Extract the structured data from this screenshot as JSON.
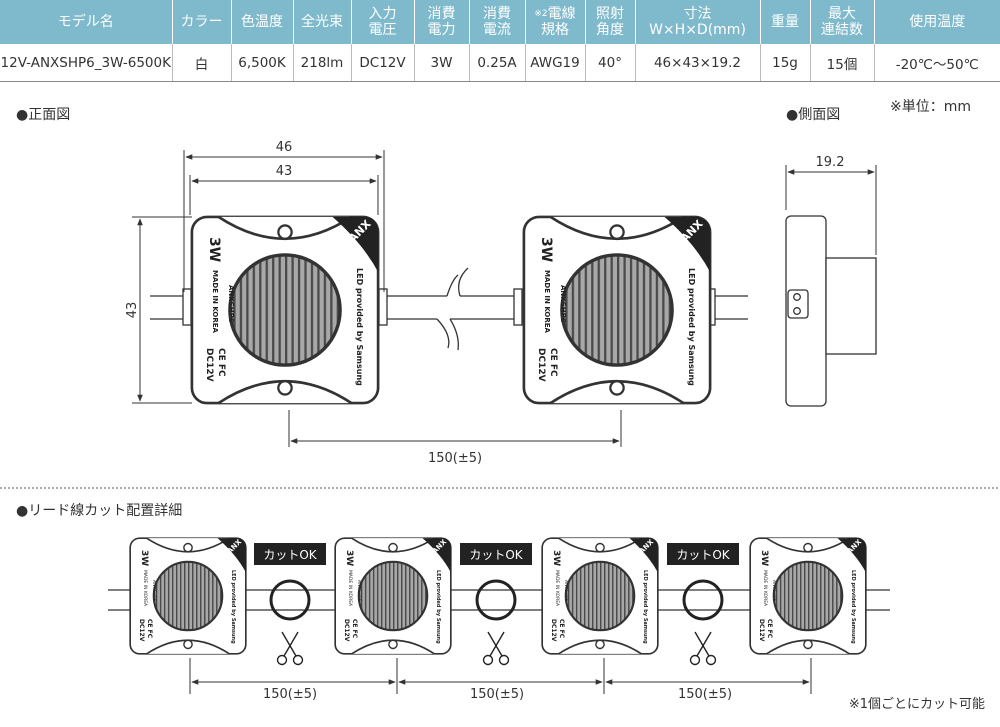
{
  "spec_table": {
    "headers": [
      {
        "line1": "モデル名",
        "line2": ""
      },
      {
        "line1": "カラー",
        "line2": ""
      },
      {
        "line1": "色温度",
        "line2": ""
      },
      {
        "line1": "全光束",
        "line2": ""
      },
      {
        "line1": "入力",
        "line2": "電圧"
      },
      {
        "line1": "消費",
        "line2": "電力"
      },
      {
        "line1": "消費",
        "line2": "電流"
      },
      {
        "sup": "※2",
        "line1": "電線",
        "line2": "規格"
      },
      {
        "line1": "照射",
        "line2": "角度"
      },
      {
        "line1": "寸法",
        "line2": "W×H×D(mm)"
      },
      {
        "line1": "重量",
        "line2": ""
      },
      {
        "line1": "最大",
        "line2": "連結数"
      },
      {
        "line1": "使用温度",
        "line2": ""
      }
    ],
    "row": [
      "12V-ANXSHP6_3W-6500K",
      "白",
      "6,500K",
      "218lm",
      "DC12V",
      "3W",
      "0.25A",
      "AWG19",
      "40°",
      "46×43×19.2",
      "15g",
      "15個",
      "-20℃〜50℃"
    ]
  },
  "front_view": {
    "title": "●正面図",
    "dim_width_outer": "46",
    "dim_width_inner": "43",
    "dim_height": "43",
    "dim_spacing": "150(±5)"
  },
  "side_view": {
    "title": "●側面図",
    "dim_depth": "19.2"
  },
  "unit_note": "※単位：mm",
  "module_labels": {
    "power": "3W",
    "brand": "ANX",
    "provider": "LED provided by Samsung",
    "model": "ANXSHP6",
    "origin": "MADE IN KOREA",
    "cert": "CE FC",
    "voltage": "DC12V"
  },
  "cut_section": {
    "title": "●リード線カット配置詳細",
    "cut_ok_label": "カットOK",
    "spacing_label": "150(±5)",
    "note": "※1個ごとにカット可能"
  },
  "colors": {
    "header_bg": "#7eb9cc",
    "line": "#333333",
    "module_outline": "#333333",
    "cut_badge_bg": "#222222"
  },
  "icons": [
    "scissors-icon",
    "cut-ring-icon"
  ]
}
